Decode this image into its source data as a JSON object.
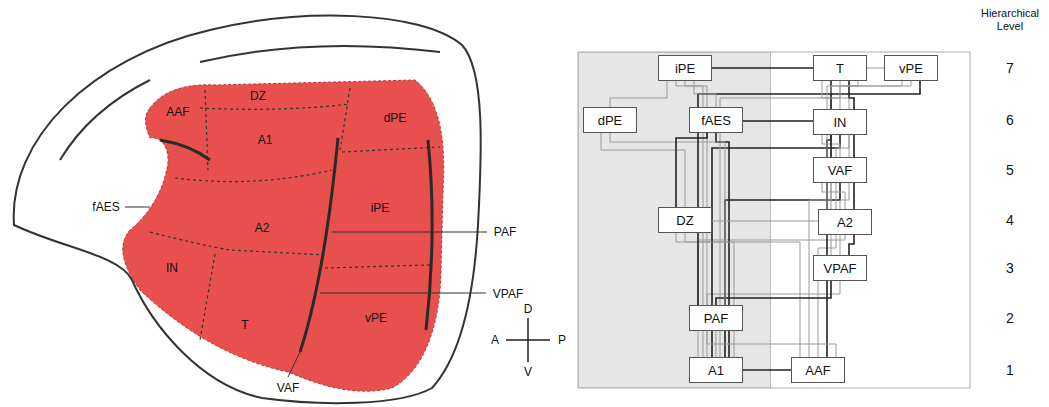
{
  "diagram": {
    "nodes": [
      {
        "text": [
          "iPE"
        ]
      },
      {
        "text": [
          "T"
        ]
      },
      {
        "text": [
          "vPE"
        ]
      },
      {
        "text": [
          "dPE"
        ]
      },
      {
        "text": [
          "fAES"
        ]
      },
      {
        "text": [
          "IN"
        ]
      },
      {
        "text": [
          "VAF"
        ]
      },
      {
        "text": [
          "DZ"
        ]
      },
      {
        "text": [
          "A2"
        ]
      },
      {
        "text": [
          "VPAF"
        ]
      },
      {
        "text": [
          "PAF"
        ]
      },
      {
        "text": [
          "A1"
        ]
      },
      {
        "text": [
          "AAF"
        ]
      }
    ],
    "edges": [
      {
        "from": 11,
        "to": 12,
        "arrow": "none"
      },
      {
        "from": 11,
        "to": 10,
        "arrow": "none"
      },
      {
        "from": 11,
        "to": 9,
        "arrow": "none"
      },
      {
        "from": 11,
        "to": 6,
        "arrow": "none"
      },
      {
        "from": 11,
        "to": 8,
        "arrow": "none"
      },
      {
        "from": 11,
        "to": 7,
        "arrow": "none"
      },
      {
        "from": 11,
        "to": 5,
        "arrow": "none"
      },
      {
        "from": 11,
        "to": 1,
        "arrow": "none"
      },
      {
        "from": 11,
        "to": 0,
        "arrow": "none"
      },
      {
        "from": 11,
        "to": 4,
        "arrow": "none"
      },
      {
        "from": 12,
        "to": 8,
        "arrow": "none"
      },
      {
        "from": 12,
        "to": 6,
        "arrow": "none"
      },
      {
        "from": 12,
        "to": 5,
        "arrow": "none"
      },
      {
        "from": 12,
        "to": 7,
        "arrow": "none"
      },
      {
        "from": 12,
        "to": 10,
        "arrow": "none"
      },
      {
        "from": 10,
        "to": 9,
        "arrow": "none"
      },
      {
        "from": 10,
        "to": 0,
        "arrow": "none"
      },
      {
        "from": 10,
        "to": 3,
        "arrow": "none"
      },
      {
        "from": 10,
        "to": 1,
        "arrow": "none"
      },
      {
        "from": 9,
        "to": 6,
        "arrow": "none"
      },
      {
        "from": 9,
        "to": 2,
        "arrow": "none"
      },
      {
        "from": 9,
        "to": 8,
        "arrow": "none"
      },
      {
        "from": 7,
        "to": 8,
        "arrow": "none"
      },
      {
        "from": 7,
        "to": 3,
        "arrow": "none"
      },
      {
        "from": 7,
        "to": 4,
        "arrow": "none"
      },
      {
        "from": 8,
        "to": 6,
        "arrow": "none"
      },
      {
        "from": 8,
        "to": 5,
        "arrow": "none"
      },
      {
        "from": 8,
        "to": 1,
        "arrow": "none"
      },
      {
        "from": 8,
        "to": 2,
        "arrow": "none"
      },
      {
        "from": 6,
        "to": 5,
        "arrow": "none"
      },
      {
        "from": 6,
        "to": 2,
        "arrow": "none"
      },
      {
        "from": 6,
        "to": 1,
        "arrow": "none"
      },
      {
        "from": 5,
        "to": 1,
        "arrow": "none"
      },
      {
        "from": 5,
        "to": 4,
        "arrow": "none"
      },
      {
        "from": 4,
        "to": 0,
        "arrow": "none"
      },
      {
        "from": 3,
        "to": 0,
        "arrow": "none"
      },
      {
        "from": 0,
        "to": 1,
        "arrow": "none"
      },
      {
        "from": 1,
        "to": 2,
        "arrow": "none"
      }
    ],
    "labels": [
      "AAF",
      "DZ",
      "dPE",
      "A1",
      "fAES",
      "A2",
      "iPE",
      "PAF",
      "IN",
      "VPAF",
      "vPE",
      "T",
      "VAF",
      "D",
      "A",
      "P",
      "V",
      "Hierarchical Level",
      "7",
      "6",
      "5",
      "4",
      "3",
      "2",
      "1"
    ]
  }
}
